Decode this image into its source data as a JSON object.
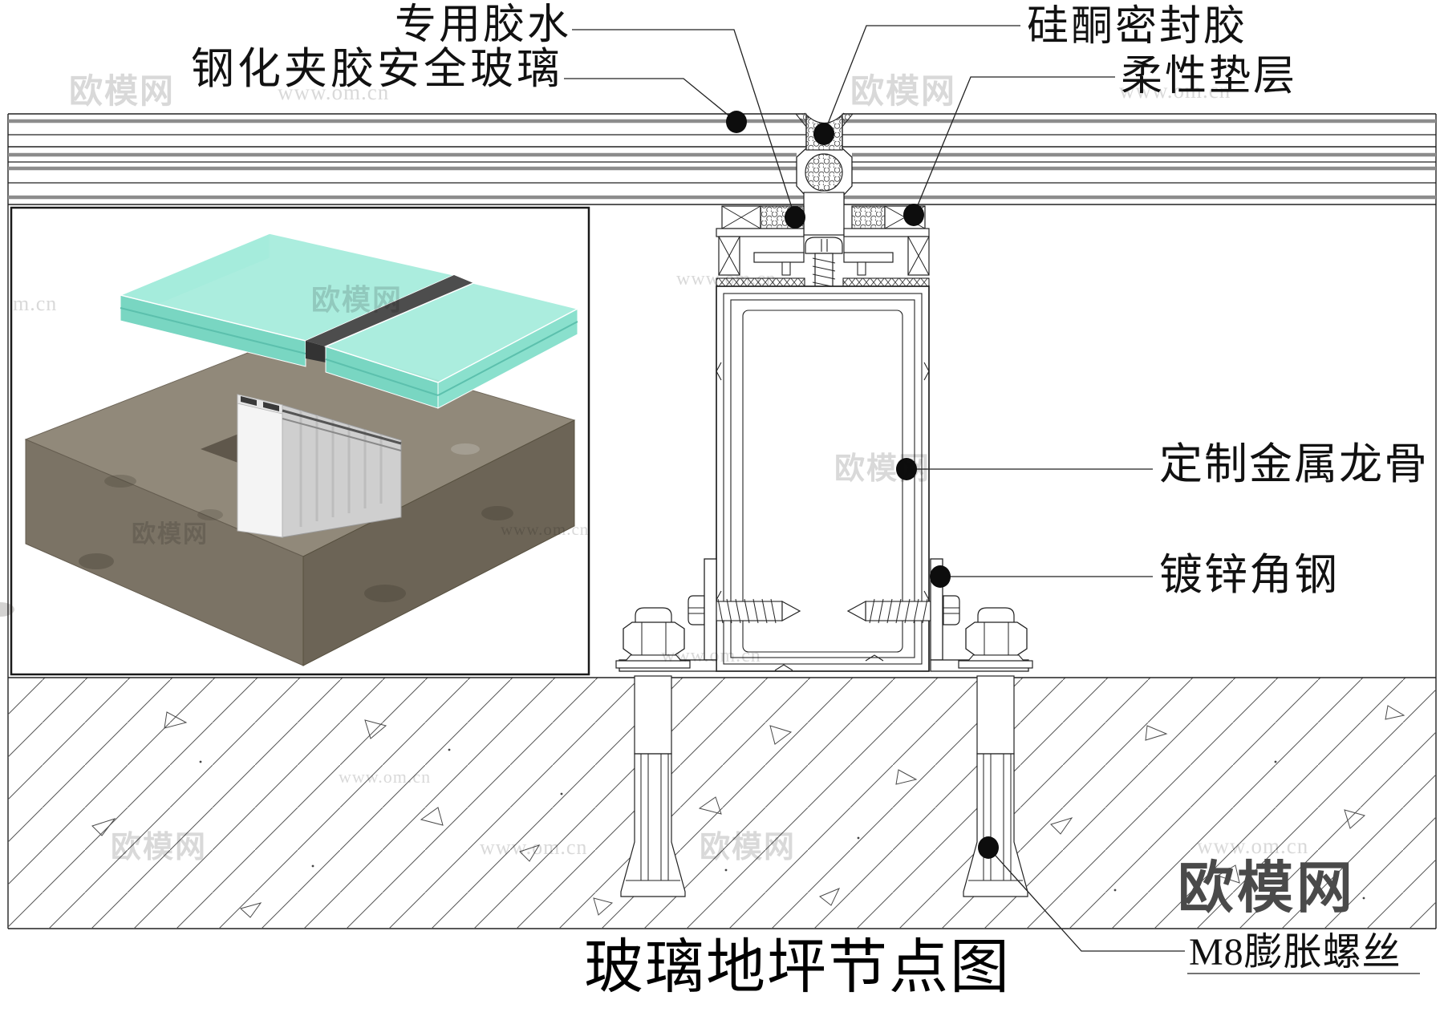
{
  "title": "玻璃地坪节点图",
  "labels": {
    "glue": "专用胶水",
    "glass": "钢化夹胶安全玻璃",
    "sealant": "硅酮密封胶",
    "cushion": "柔性垫层",
    "keel": "定制金属龙骨",
    "angle_steel": "镀锌角钢",
    "anchor": "M8膨胀螺丝"
  },
  "watermarks": {
    "brand": "欧模网",
    "site": "www.om.cn",
    "partial": "m.cn"
  },
  "logo": {
    "text": "欧模网",
    "color": "#4a4a4a"
  },
  "colors": {
    "line": "#222222",
    "glass_green": "#a6ecdc",
    "glass_edge": "#79d6c2",
    "concrete_top": "#91897a",
    "watermark": "#d9d9d9",
    "logo": "#4a4a4a"
  }
}
